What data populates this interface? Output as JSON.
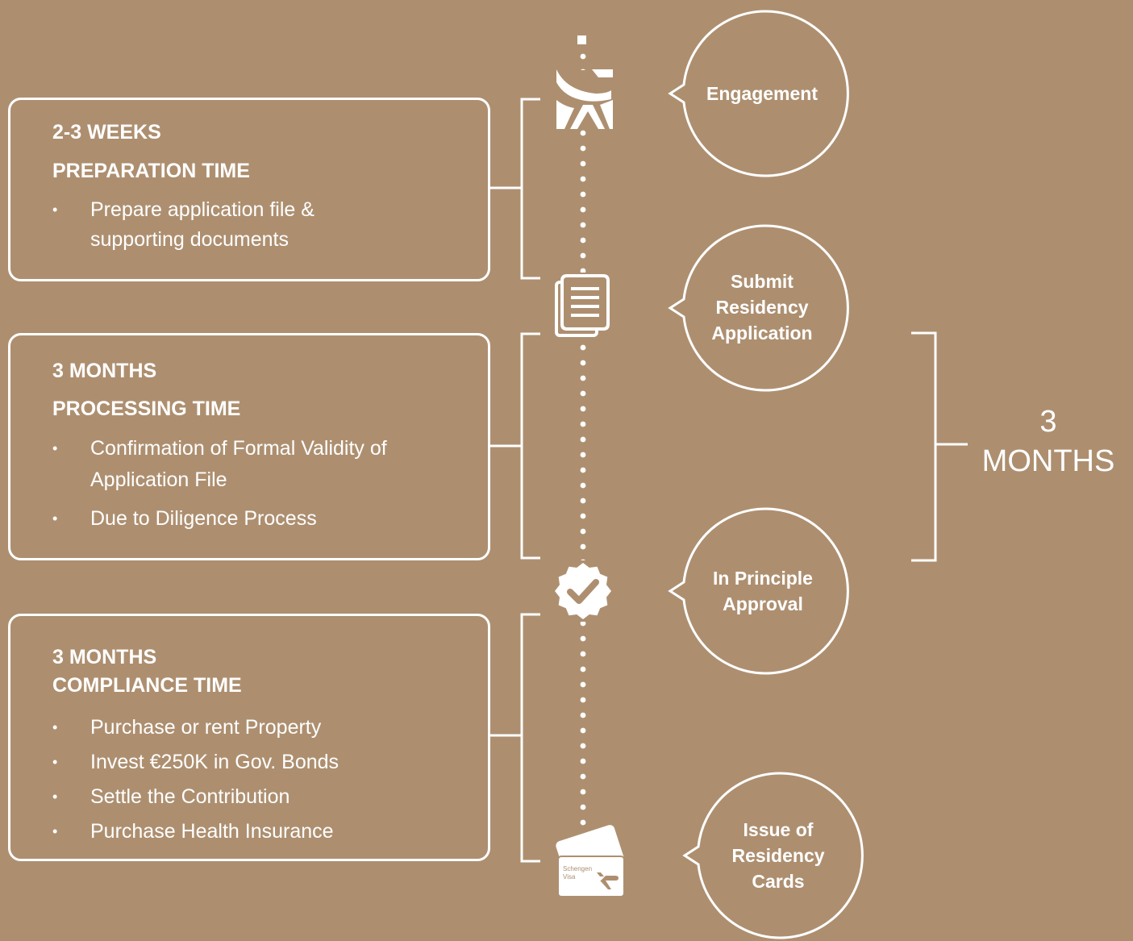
{
  "stages": [
    {
      "duration": "2-3 WEEKS",
      "title": "PREPARATION TIME",
      "items": [
        "Prepare application file & supporting documents"
      ]
    },
    {
      "duration": "3  MONTHS",
      "title": "PROCESSING TIME",
      "items": [
        "Confirmation of Formal Validity of Application File",
        "Due to Diligence Process"
      ]
    },
    {
      "duration": "3 MONTHS",
      "title": "COMPLIANCE TIME",
      "items": [
        "Purchase or rent Property",
        "Invest €250K in Gov. Bonds",
        "Settle the Contribution",
        "Purchase Health Insurance"
      ]
    }
  ],
  "milestones": [
    {
      "label": "Engagement",
      "icon": "logo-icon"
    },
    {
      "label": "Submit Residency Application",
      "icon": "document-icon"
    },
    {
      "label": "In Principle Approval",
      "icon": "check-badge-icon"
    },
    {
      "label": "Issue of Residency Cards",
      "icon": "visa-card-icon"
    }
  ],
  "visa_card_text": {
    "line1": "Schengen",
    "line2": "Visa"
  },
  "bracket_label": {
    "number": "3",
    "unit": "MONTHS"
  },
  "colors": {
    "background": "#ad8f70",
    "foreground": "#ffffff"
  }
}
